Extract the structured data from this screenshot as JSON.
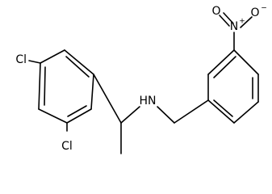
{
  "molecule": {
    "atoms": {
      "cl_top": "Cl",
      "cl_bottom": "Cl",
      "amine": "HN",
      "nitro_n": "N",
      "nitro_n_charge": "+",
      "nitro_o_top": "O",
      "nitro_o_right": "O",
      "nitro_o_right_charge": "−"
    }
  },
  "colors": {
    "bond": "#000000",
    "label": "#000000",
    "background": "#ffffff"
  }
}
